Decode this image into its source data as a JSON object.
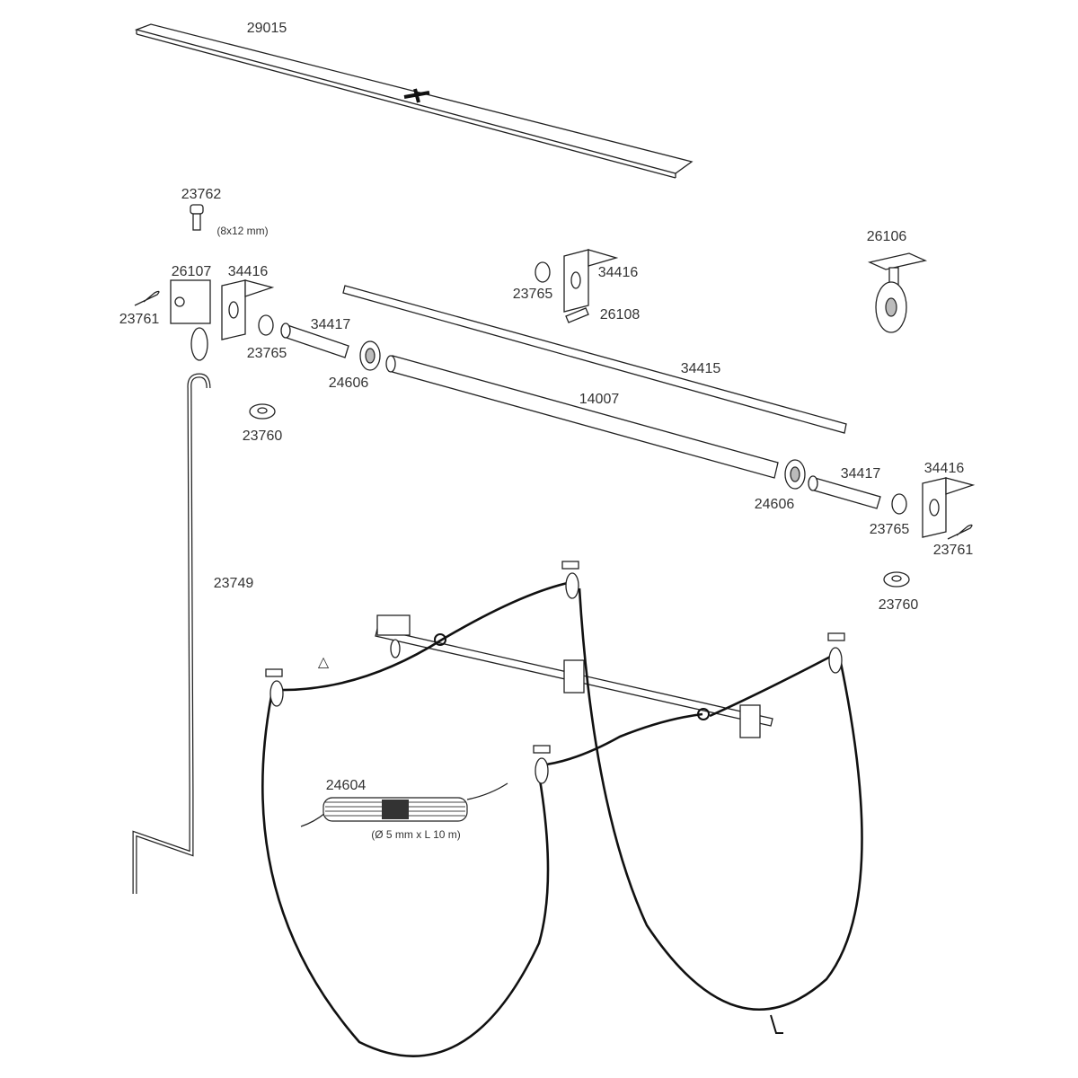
{
  "labels": {
    "plate": "29015",
    "bolt": "23762",
    "bolt_size": "(8x12 mm)",
    "bracket_hook": "26107",
    "bracket_left": "34416",
    "clip_left": "23761",
    "ring_left": "23765",
    "sleeve_left": "34417",
    "bearing_left": "24606",
    "washer_left": "23760",
    "ring_mid": "23765",
    "bracket_mid": "34416",
    "pin": "26108",
    "pulley": "26106",
    "rod": "34415",
    "tube": "14007",
    "bearing_right": "24606",
    "sleeve_right": "34417",
    "bracket_right": "34416",
    "ring_right": "23765",
    "clip_right": "23761",
    "washer_right": "23760",
    "crank": "23749",
    "rope": "24604",
    "rope_size": "(Ø 5 mm x L 10 m)"
  },
  "warning_symbol": "△"
}
